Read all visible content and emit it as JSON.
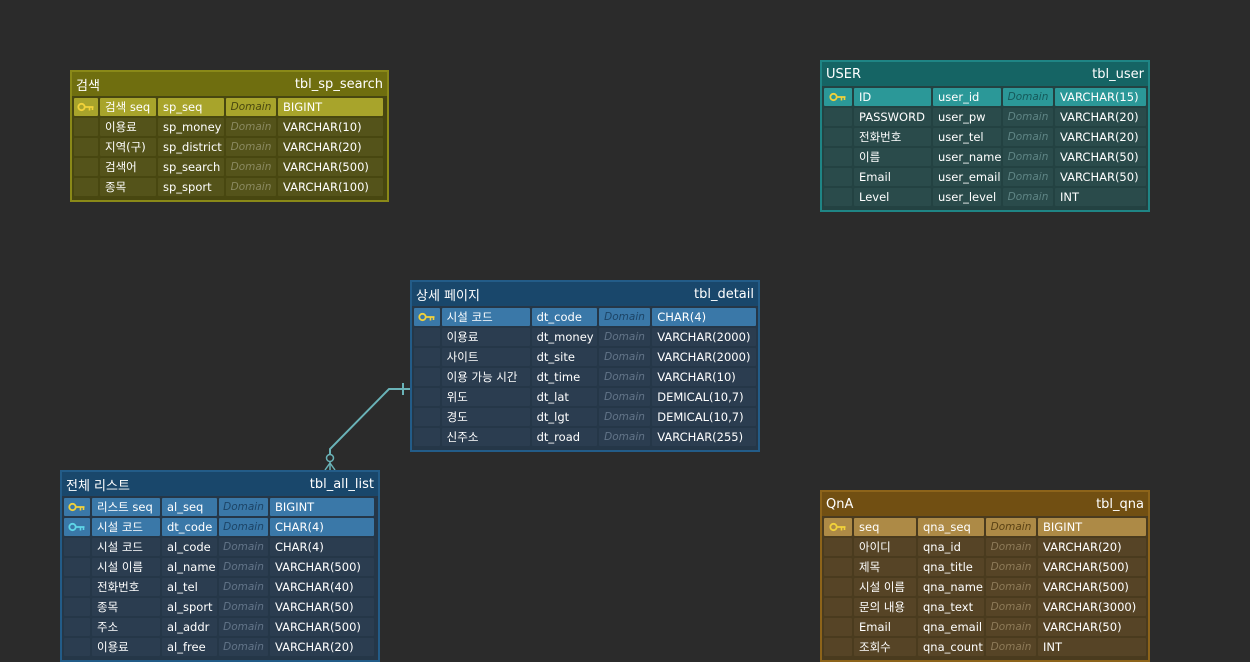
{
  "colors": {
    "background": "#2b2b2b",
    "olive": "#7b7a13",
    "teal": "#176d6d",
    "blue": "#1c4c72",
    "brown": "#7b5614",
    "connector": "#6ab3b8"
  },
  "entities": [
    {
      "id": "sp_search",
      "theme": "olive",
      "logical_name": "검색",
      "physical_name": "tbl_sp_search",
      "columns": [
        {
          "key": "pk",
          "logical": "검색 seq",
          "physical": "sp_seq",
          "domain": "Domain",
          "type": "BIGINT"
        },
        {
          "key": "",
          "logical": "이용료",
          "physical": "sp_money",
          "domain": "Domain",
          "type": "VARCHAR(10)"
        },
        {
          "key": "",
          "logical": "지역(구)",
          "physical": "sp_district",
          "domain": "Domain",
          "type": "VARCHAR(20)"
        },
        {
          "key": "",
          "logical": "검색어",
          "physical": "sp_search",
          "domain": "Domain",
          "type": "VARCHAR(500)"
        },
        {
          "key": "",
          "logical": "종목",
          "physical": "sp_sport",
          "domain": "Domain",
          "type": "VARCHAR(100)"
        }
      ]
    },
    {
      "id": "user",
      "theme": "teal",
      "logical_name": "USER",
      "physical_name": "tbl_user",
      "columns": [
        {
          "key": "pk",
          "logical": "ID",
          "physical": "user_id",
          "domain": "Domain",
          "type": "VARCHAR(15)"
        },
        {
          "key": "",
          "logical": "PASSWORD",
          "physical": "user_pw",
          "domain": "Domain",
          "type": "VARCHAR(20)"
        },
        {
          "key": "",
          "logical": "전화번호",
          "physical": "user_tel",
          "domain": "Domain",
          "type": "VARCHAR(20)"
        },
        {
          "key": "",
          "logical": "이름",
          "physical": "user_name",
          "domain": "Domain",
          "type": "VARCHAR(50)"
        },
        {
          "key": "",
          "logical": "Email",
          "physical": "user_email",
          "domain": "Domain",
          "type": "VARCHAR(50)"
        },
        {
          "key": "",
          "logical": "Level",
          "physical": "user_level",
          "domain": "Domain",
          "type": "INT"
        }
      ]
    },
    {
      "id": "detail",
      "theme": "blue",
      "logical_name": "상세 페이지",
      "physical_name": "tbl_detail",
      "columns": [
        {
          "key": "pk",
          "logical": "시설 코드",
          "physical": "dt_code",
          "domain": "Domain",
          "type": "CHAR(4)"
        },
        {
          "key": "",
          "logical": "이용료",
          "physical": "dt_money",
          "domain": "Domain",
          "type": "VARCHAR(2000)"
        },
        {
          "key": "",
          "logical": "사이트",
          "physical": "dt_site",
          "domain": "Domain",
          "type": "VARCHAR(2000)"
        },
        {
          "key": "",
          "logical": "이용 가능 시간",
          "physical": "dt_time",
          "domain": "Domain",
          "type": "VARCHAR(10)"
        },
        {
          "key": "",
          "logical": "위도",
          "physical": "dt_lat",
          "domain": "Domain",
          "type": "DEMICAL(10,7)"
        },
        {
          "key": "",
          "logical": "경도",
          "physical": "dt_lgt",
          "domain": "Domain",
          "type": "DEMICAL(10,7)"
        },
        {
          "key": "",
          "logical": "신주소",
          "physical": "dt_road",
          "domain": "Domain",
          "type": "VARCHAR(255)"
        }
      ]
    },
    {
      "id": "all_list",
      "theme": "blue",
      "logical_name": "전체 리스트",
      "physical_name": "tbl_all_list",
      "columns": [
        {
          "key": "pk",
          "logical": "리스트 seq",
          "physical": "al_seq",
          "domain": "Domain",
          "type": "BIGINT"
        },
        {
          "key": "pfk",
          "logical": "시설 코드",
          "physical": "dt_code",
          "domain": "Domain",
          "type": "CHAR(4)"
        },
        {
          "key": "",
          "logical": "시설 코드",
          "physical": "al_code",
          "domain": "Domain",
          "type": "CHAR(4)"
        },
        {
          "key": "",
          "logical": "시설 이름",
          "physical": "al_name",
          "domain": "Domain",
          "type": "VARCHAR(500)"
        },
        {
          "key": "",
          "logical": "전화번호",
          "physical": "al_tel",
          "domain": "Domain",
          "type": "VARCHAR(40)"
        },
        {
          "key": "",
          "logical": "종목",
          "physical": "al_sport",
          "domain": "Domain",
          "type": "VARCHAR(50)"
        },
        {
          "key": "",
          "logical": "주소",
          "physical": "al_addr",
          "domain": "Domain",
          "type": "VARCHAR(500)"
        },
        {
          "key": "",
          "logical": "이용료",
          "physical": "al_free",
          "domain": "Domain",
          "type": "VARCHAR(20)"
        }
      ]
    },
    {
      "id": "qna",
      "theme": "brown",
      "logical_name": "QnA",
      "physical_name": "tbl_qna",
      "columns": [
        {
          "key": "pk",
          "logical": "seq",
          "physical": "qna_seq",
          "domain": "Domain",
          "type": "BIGINT"
        },
        {
          "key": "",
          "logical": "아이디",
          "physical": "qna_id",
          "domain": "Domain",
          "type": "VARCHAR(20)"
        },
        {
          "key": "",
          "logical": "제목",
          "physical": "qna_title",
          "domain": "Domain",
          "type": "VARCHAR(500)"
        },
        {
          "key": "",
          "logical": "시설 이름",
          "physical": "qna_name",
          "domain": "Domain",
          "type": "VARCHAR(500)"
        },
        {
          "key": "",
          "logical": "문의 내용",
          "physical": "qna_text",
          "domain": "Domain",
          "type": "VARCHAR(3000)"
        },
        {
          "key": "",
          "logical": "Email",
          "physical": "qna_email",
          "domain": "Domain",
          "type": "VARCHAR(50)"
        },
        {
          "key": "",
          "logical": "조회수",
          "physical": "qna_count",
          "domain": "Domain",
          "type": "INT"
        }
      ]
    }
  ],
  "relationships": [
    {
      "from": "detail",
      "to": "all_list",
      "from_cardinality": "one",
      "to_cardinality": "zero-or-many"
    }
  ]
}
